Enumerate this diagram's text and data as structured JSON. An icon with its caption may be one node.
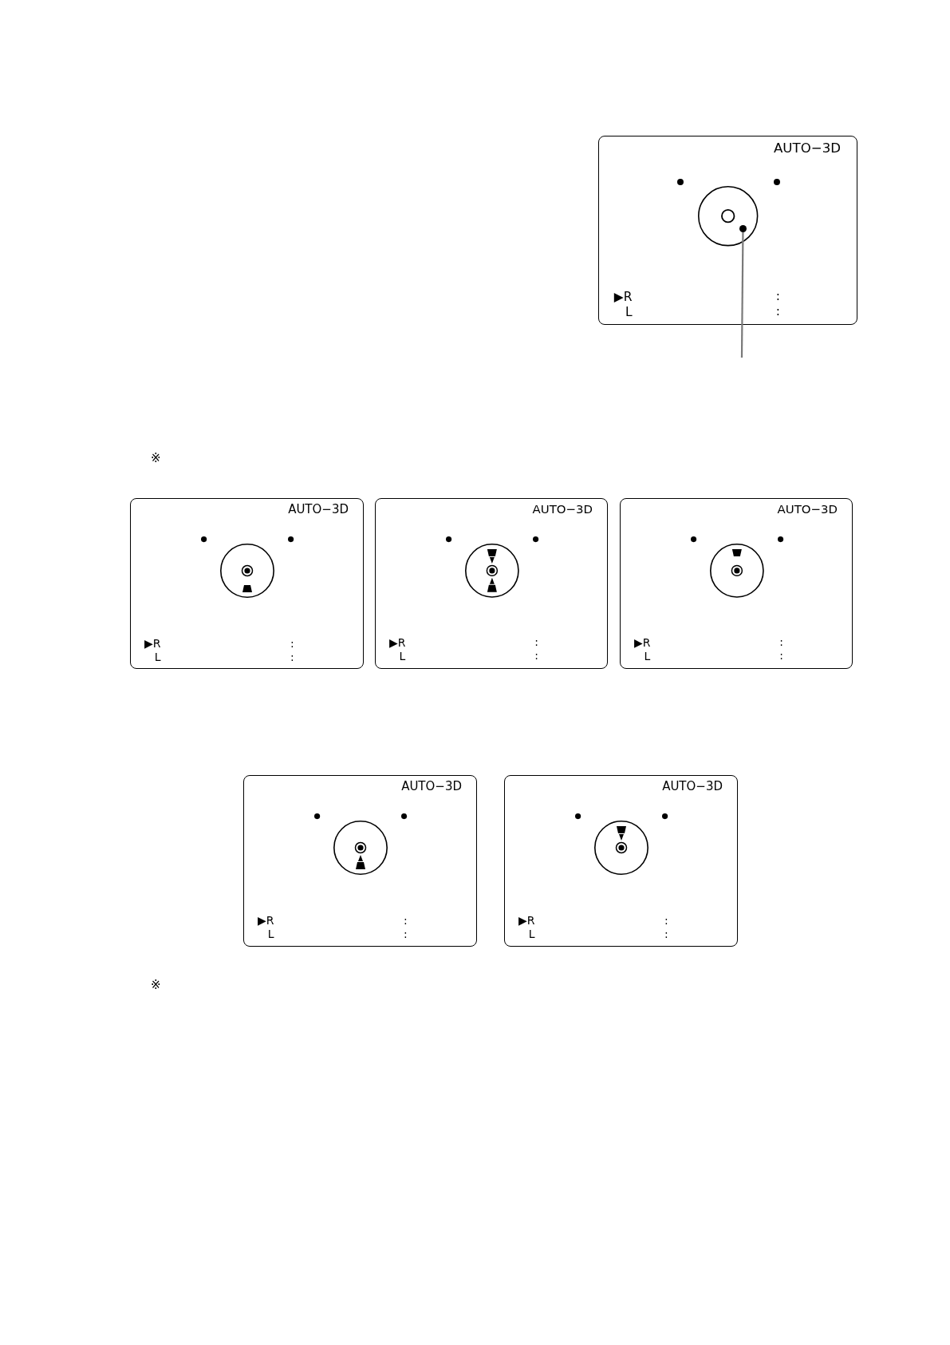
{
  "diagram": {
    "nodes": [
      {
        "text": [
          "AUTO−3D",
          "▶R",
          "L",
          ":",
          ":"
        ]
      },
      {
        "text": [],
        "shape": "circle",
        "in": 0
      },
      {
        "text": [
          "AUTO−3D",
          "▶R",
          "L",
          ":",
          ":"
        ]
      },
      {
        "text": [
          "AUTO−3D",
          "▶R",
          "L",
          ":",
          ":"
        ]
      },
      {
        "text": [
          "AUTO−3D",
          "▶R",
          "L",
          ":",
          ":"
        ]
      },
      {
        "text": [
          "AUTO−3D",
          "▶R",
          "L",
          ":",
          ":"
        ]
      },
      {
        "text": [
          "AUTO−3D",
          "▶R",
          "L",
          ":",
          ":"
        ]
      }
    ],
    "edges": [
      {
        "from": null,
        "to": 1,
        "arrow": "none"
      }
    ],
    "labels": [
      "※",
      "※"
    ]
  }
}
